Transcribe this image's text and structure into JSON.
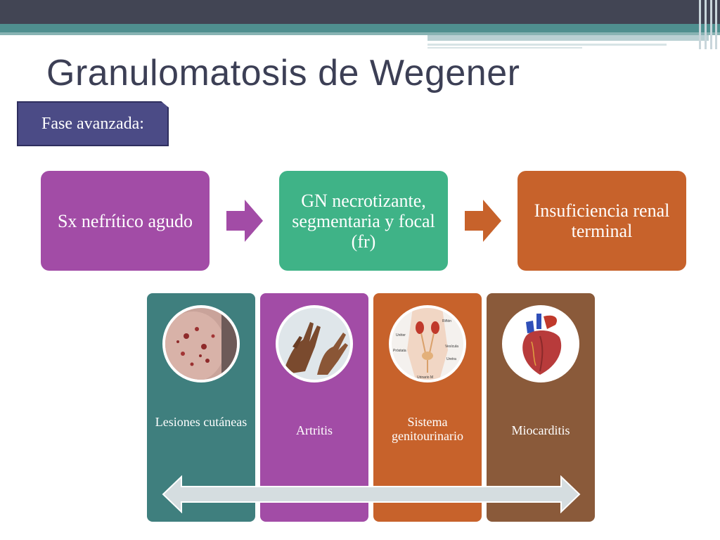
{
  "slide": {
    "title": "Granulomatosis de Wegener",
    "phase_label": "Fase avanzada:"
  },
  "flow": {
    "stages": [
      {
        "label": "Sx nefrítico agudo",
        "color": "#a24ca6"
      },
      {
        "label": "GN necrotizante, segmentaria y focal (fr)",
        "color": "#3fb387"
      },
      {
        "label": "Insuficiencia renal terminal",
        "color": "#c7622b"
      }
    ],
    "arrow_colors": [
      "#a24ca6",
      "#c7622b"
    ]
  },
  "manifestations": [
    {
      "label": "Lesiones cutáneas",
      "color": "#3f7f7e",
      "image": "skin-lesions-photo"
    },
    {
      "label": "Artritis",
      "color": "#a24ca6",
      "image": "arthritis-hands-photo"
    },
    {
      "label": "Sistema genitourinario",
      "color": "#c7622b",
      "image": "urinary-system-illustration",
      "image_labels": [
        "Riñón",
        "Uréter",
        "Próstata",
        "Vesícula",
        "Uretra",
        "Urinario M"
      ]
    },
    {
      "label": "Miocarditis",
      "color": "#8a5a3a",
      "image": "heart-illustration"
    }
  ],
  "colors": {
    "header_dark": "#424554",
    "header_teal": "#4f8f8f",
    "title_text": "#3c3f55",
    "phase_box": "#4b4b86",
    "bidirectional_arrow": "#d5dde0"
  }
}
